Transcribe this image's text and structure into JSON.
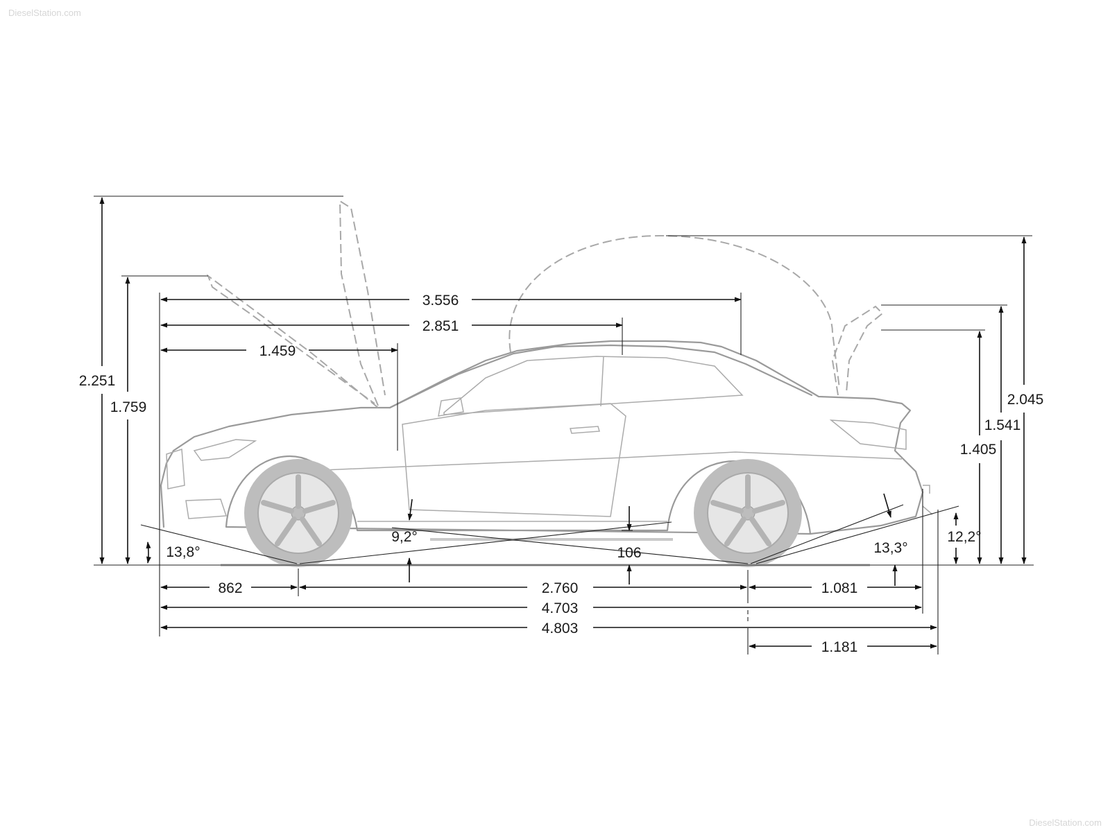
{
  "watermark": {
    "top_left": "DieselStation.com",
    "bottom_right": "DieselStation.com"
  },
  "dimensions": {
    "length_front_to_windscreen_top": "3.556",
    "length_front_to_b_pillar": "2.851",
    "length_front_to_hood_hinge": "1.459",
    "front_overhang": "862",
    "wheelbase": "2.760",
    "rear_overhang": "1.081",
    "overall_length": "4.703",
    "overall_length_with_hitch": "4.803",
    "rear_overhang_with_hitch": "1.181",
    "height_hood_open": "2.251",
    "height_front_hood_open_alt": "1.759",
    "height_roof_open": "2.045",
    "height_trunk_open": "1.541",
    "overall_height": "1.405",
    "ground_clearance": "106",
    "approach_angle": "13,8°",
    "ramp_angle": "9,2°",
    "departure_angle": "13,3°",
    "departure_angle_hitch": "12,2°"
  },
  "colors": {
    "line": "#111111",
    "car": "#9a9a9a",
    "wheel": "#bdbdbd",
    "watermark": "#d6d6d6"
  }
}
